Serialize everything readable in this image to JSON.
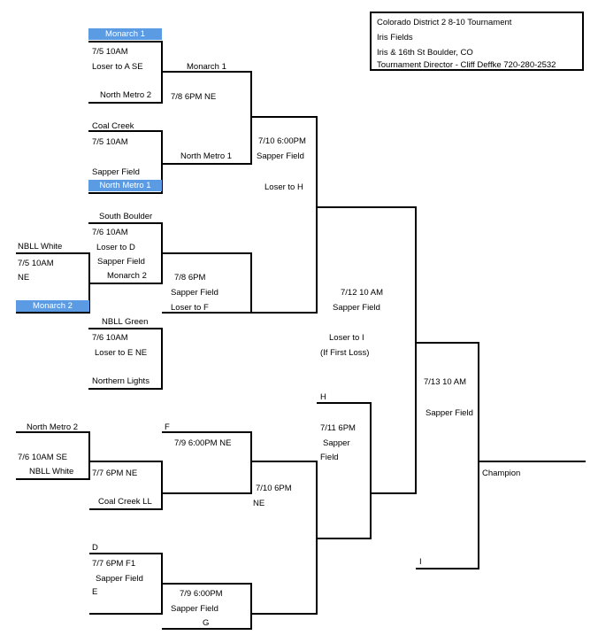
{
  "colors": {
    "highlight": "#5b9be4",
    "line": "#000000"
  },
  "info": {
    "title": "Colorado District 2 8-10 Tournament",
    "location": "Iris Fields",
    "address": "Iris & 16th St  Boulder, CO",
    "director": "Tournament Director - Cliff Deffke 720-280-2532"
  },
  "games": {
    "a": {
      "team_top": "Monarch 1",
      "date_time": "7/5      10AM",
      "loser": "Loser to A    SE",
      "team_bottom": "North Metro 2",
      "winner": "Monarch 1"
    },
    "b": {
      "team_top": "Coal Creek",
      "date_time": "7/5   10AM",
      "field": "Sapper Field",
      "team_bottom": "North Metro 1",
      "winner": "North Metro 1"
    },
    "c": {
      "team_top": "NBLL White",
      "date_time": "7/5        10AM",
      "field": "NE",
      "team_bottom": "Monarch 2"
    },
    "d": {
      "team_top": "South Boulder",
      "date_time": "7/6      10AM",
      "loser": "Loser to D",
      "field": "Sapper Field",
      "winner": "Monarch 2"
    },
    "e": {
      "team_top": "NBLL Green",
      "date_time": "7/6           10AM",
      "loser": "Loser to  E   NE",
      "team_bottom": "Northern Lights"
    },
    "f": {
      "team_top": "North Metro 2",
      "date_time": "7/6     10AM   SE",
      "team_bottom": "NBLL White"
    },
    "g": {
      "team_top": "D",
      "date_time": "7/7      6PM     F1",
      "field": "Sapper Field",
      "team_bottom": "E"
    },
    "h": {
      "date_time": "7/8   6PM   NE"
    },
    "i": {
      "date_time": "7/8  6PM",
      "field": "Sapper Field",
      "loser": "Loser to F"
    },
    "j": {
      "date_time": "7/7    6PM      NE",
      "team_bottom": "Coal Creek LL"
    },
    "k": {
      "team_top": "F",
      "date_time": "7/9  6:00PM  NE"
    },
    "l": {
      "date_time": "7/9  6:00PM",
      "field": "Sapper Field",
      "team_bottom": "G"
    },
    "m": {
      "date_time": "7/10 6:00PM",
      "field": "Sapper Field",
      "loser": "Loser to H"
    },
    "n": {
      "date_time": "7/10 6PM",
      "field": "NE"
    },
    "o": {
      "team_top": "H",
      "date_time": "7/11   6PM",
      "field_1": "Sapper",
      "field_2": "Field"
    },
    "p": {
      "date_time": "7/12  10 AM",
      "field": "Sapper Field",
      "loser": "Loser to I",
      "note": "(If First Loss)"
    },
    "q": {
      "date_time": "7/13 10 AM",
      "field": "Sapper Field",
      "team_bottom": "I"
    },
    "final": {
      "label": "Champion"
    }
  }
}
